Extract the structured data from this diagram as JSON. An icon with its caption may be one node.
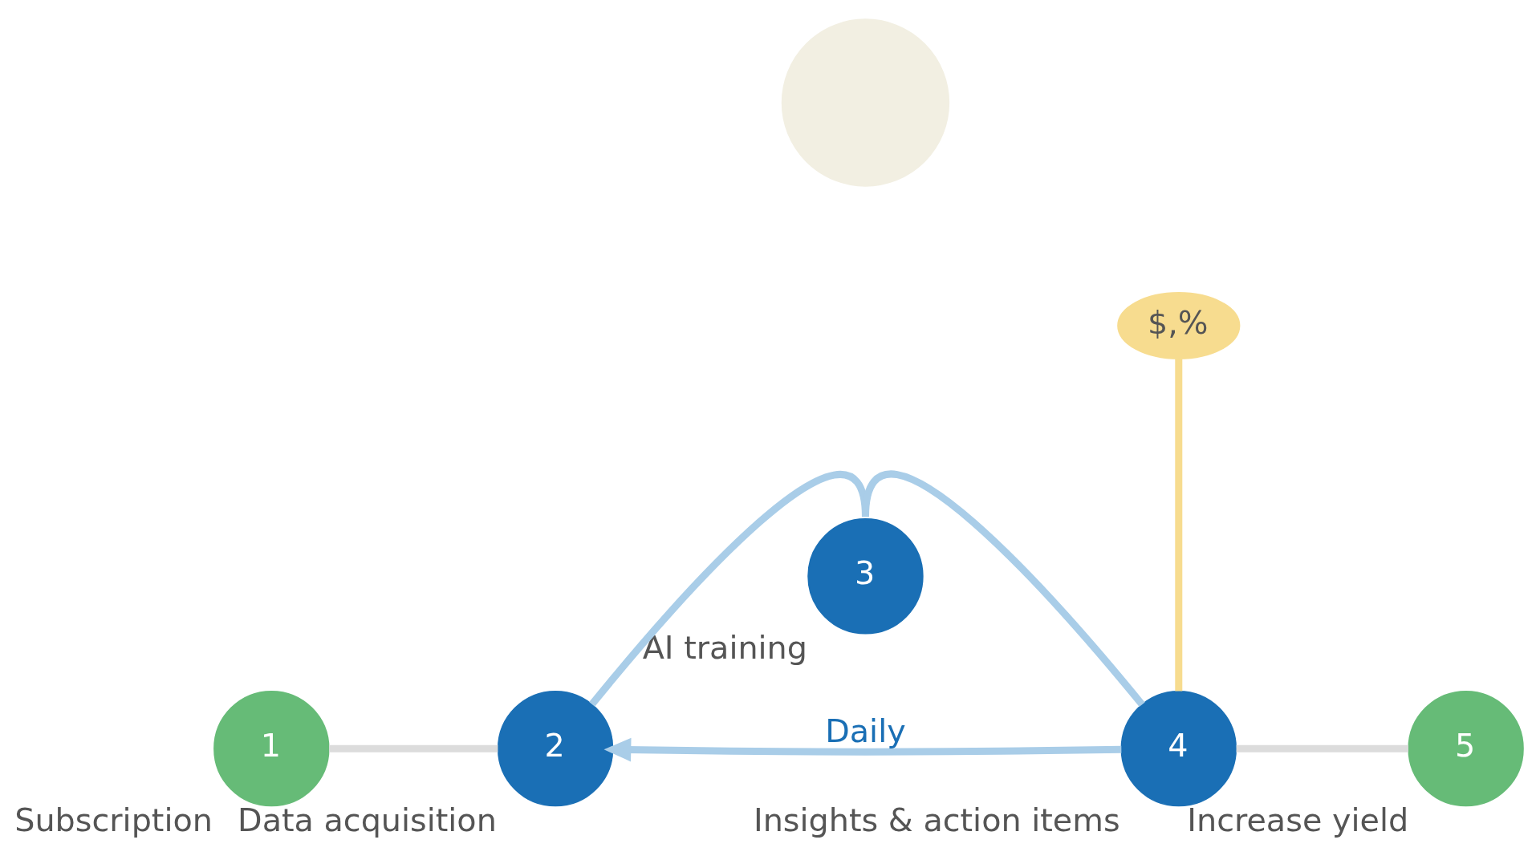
{
  "diagram": {
    "nodes": [
      {
        "text": [
          "1"
        ],
        "beside": [
          "Subscription"
        ]
      },
      {
        "text": [
          "2"
        ],
        "beside": [
          "Data acquisition"
        ]
      },
      {
        "text": [
          "3"
        ],
        "beside": [
          "AI training"
        ]
      },
      {
        "text": [
          "4"
        ],
        "beside": [
          "Insights & action items"
        ]
      },
      {
        "text": [
          "5"
        ],
        "beside": [
          "Increase yield"
        ]
      },
      {
        "text": [],
        "shape": "circle"
      },
      {
        "text": [
          "$,%"
        ]
      }
    ],
    "edges": [
      {
        "from": 0,
        "to": 1,
        "arrow": "none",
        "color": "#dcdcdc"
      },
      {
        "from": 1,
        "to": 2,
        "arrow": "none"
      },
      {
        "from": 2,
        "to": 3,
        "arrow": "none"
      },
      {
        "from": 3,
        "to": 1,
        "arrow": "to",
        "label": "Daily"
      },
      {
        "from": 3,
        "to": 4,
        "arrow": "none",
        "color": "#dcdcdc"
      },
      {
        "from": 6,
        "to": 3,
        "arrow": "none",
        "color": "#f7dc8f"
      }
    ]
  }
}
